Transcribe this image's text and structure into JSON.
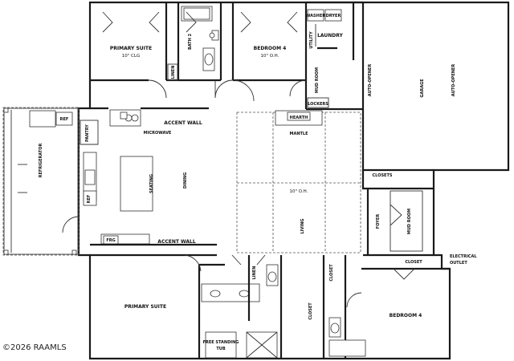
{
  "labels": {
    "primary_suite_top": "PRIMARY SUITE",
    "primary_suite_top_clg": "10\" CLG",
    "bath2": "BATH 2",
    "bedroom4_top": "BEDROOM 4",
    "bedroom4_top_oh": "10\" O.H.",
    "linen_top": "LINEN",
    "washer": "WASHER",
    "dryer": "DRYER",
    "laundry": "LAUNDRY",
    "utility": "UTILITY",
    "mud_room_top": "MUD ROOM",
    "lockers": "LOCKERS",
    "auto_opener_1": "AUTO-OPENER",
    "auto_opener_2": "AUTO-OPENER",
    "garage": "GARAGE",
    "ref_box": "REF",
    "refrigerator": "REFRIGERATOR",
    "pantry": "PANTRY",
    "microwave": "MICROWAVE",
    "accent_wall_top": "ACCENT WALL",
    "hearth": "HEARTH",
    "mantle": "MANTLE",
    "ref_small": "REF",
    "seating": "SEATING",
    "dining": "DINING",
    "living_oh": "10\" O.H.",
    "living": "LIVING",
    "closets": "CLOSETS",
    "foyer": "FOYER",
    "mud_room_bottom": "MUD ROOM",
    "frg": "FRG",
    "accent_wall_bottom": "ACCENT WALL",
    "closet_right": "CLOSET",
    "electrical_outlet_1": "ELECTRICAL",
    "electrical_outlet_2": "OUTLET",
    "linen_bottom": "LINEN",
    "primary_suite_bottom": "PRIMARY SUITE",
    "closet_mid": "CLOSET",
    "closet_mid2": "CLOSET",
    "bedroom4_bottom": "BEDROOM 4",
    "tub_1": "FREE STANDING",
    "tub_2": "TUB",
    "watermark": "©2026 RAAMLS"
  }
}
